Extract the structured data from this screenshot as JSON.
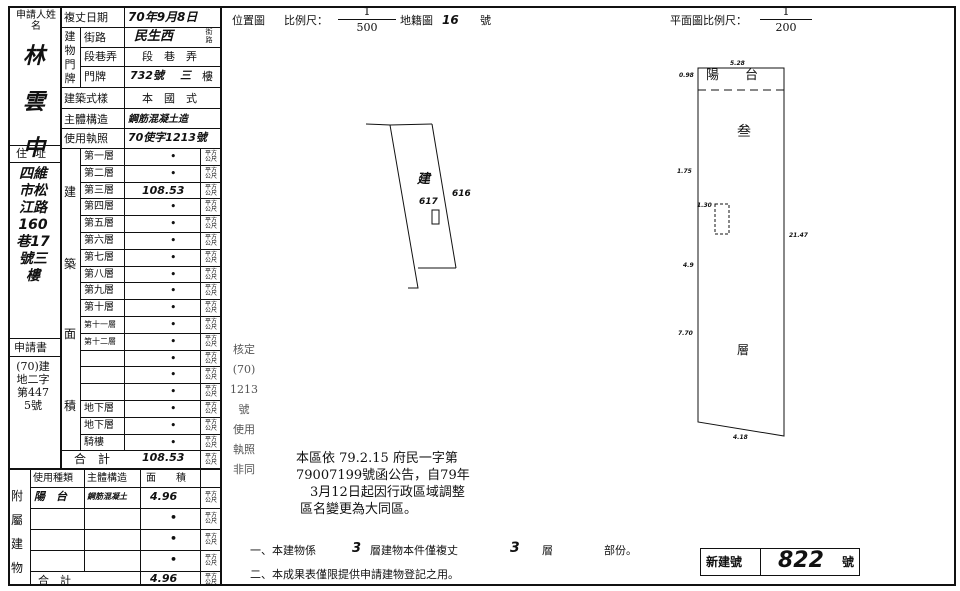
{
  "applicant": {
    "label": "申請人姓名",
    "name": "林雲中",
    "address_label": "住址",
    "address": "四維市松江路160巷17號三樓",
    "application_label": "申請書",
    "application_number": "(70)建地二字第4475號"
  },
  "building_info": {
    "completion_date_label": "複丈日期",
    "completion_date": "70年9月8日",
    "door_label": "建物門牌",
    "street_label": "街路",
    "street_value": "民生西",
    "street_suffix": "街路",
    "section_label": "段巷弄",
    "section_value": "段　巷　弄",
    "number_label": "門牌",
    "number_value": "732號",
    "floor_value": "三",
    "floor_suffix": "樓",
    "style_label": "建築式樣",
    "style_value": "本　國　式",
    "structure_label": "主體構造",
    "structure_value": "鋼筋混凝土造",
    "license_label": "使用執照",
    "license_value": "70使字1213號"
  },
  "area_table": {
    "side_label_top": "建",
    "side_label_mid": "築",
    "side_label_low": "面",
    "side_label_bottom": "積",
    "unit": "平方公尺",
    "floors": [
      {
        "label": "第一層",
        "value": "•"
      },
      {
        "label": "第二層",
        "value": "•"
      },
      {
        "label": "第三層",
        "value": "108.53"
      },
      {
        "label": "第四層",
        "value": "•"
      },
      {
        "label": "第五層",
        "value": "•"
      },
      {
        "label": "第六層",
        "value": "•"
      },
      {
        "label": "第七層",
        "value": "•"
      },
      {
        "label": "第八層",
        "value": "•"
      },
      {
        "label": "第九層",
        "value": "•"
      },
      {
        "label": "第十層",
        "value": "•"
      },
      {
        "label": "第十一層",
        "value": "•"
      },
      {
        "label": "第十二層",
        "value": "•"
      },
      {
        "label": "",
        "value": "•"
      },
      {
        "label": "",
        "value": "•"
      },
      {
        "label": "",
        "value": "•"
      },
      {
        "label": "地下層",
        "value": "•"
      },
      {
        "label": "地下層",
        "value": "•"
      },
      {
        "label": "騎樓",
        "value": "•"
      }
    ],
    "total_label": "合　計",
    "total_value": "108.53"
  },
  "annex": {
    "side_label": "附屬建物",
    "col_use": "使用種類",
    "col_structure": "主體構造",
    "col_area": "面　　積",
    "unit": "平方公尺",
    "rows": [
      {
        "use": "陽　台",
        "structure": "鋼筋混凝土",
        "area": "4.96"
      },
      {
        "use": "",
        "structure": "",
        "area": "•"
      },
      {
        "use": "",
        "structure": "",
        "area": "•"
      },
      {
        "use": "",
        "structure": "",
        "area": "•"
      }
    ],
    "total_label": "合　計",
    "total_value": "4.96"
  },
  "location_map": {
    "label": "位置圖",
    "scale_label": "比例尺：",
    "scale_num": "1",
    "scale_den": "500",
    "sheet_label": "地籍圖",
    "sheet_no": "16",
    "sheet_suffix": "號",
    "bldg_char": "建",
    "lot_a": "617",
    "lot_b": "616"
  },
  "floor_plan": {
    "label": "平面圖比例尺：",
    "scale_num": "1",
    "scale_den": "200",
    "balcony": "陽　　台",
    "char_top": "叁",
    "char_bottom": "層",
    "dim_top": "5.28",
    "dim_bottom": "4.18",
    "dim_right": "21.47",
    "dim_left1": "0.98",
    "dim_left2": "1.75",
    "dim_left3": "4.9",
    "dim_left4": "7.70",
    "dim_inner": "1.30"
  },
  "stamp": {
    "lines": [
      "核定",
      "(70)",
      "1213",
      "號",
      "使用",
      "執照",
      "非同"
    ]
  },
  "district_notice": {
    "lines": [
      "本區依 79.2.15 府民一字第",
      "79007199號函公告，自79年",
      "3月12日起因行政區域調整",
      "區名變更為大同區。"
    ]
  },
  "footer": {
    "note1_prefix": "一、本建物係",
    "note1_floors": "3",
    "note1_mid": "層建物本件僅複丈",
    "note1_floor": "3",
    "note1_suffix": "層",
    "note1_end": "部份。",
    "note2": "二、本成果表僅限提供申請建物登記之用。",
    "new_building_label": "新建號",
    "new_building_no": "822",
    "new_building_suffix": "號"
  }
}
